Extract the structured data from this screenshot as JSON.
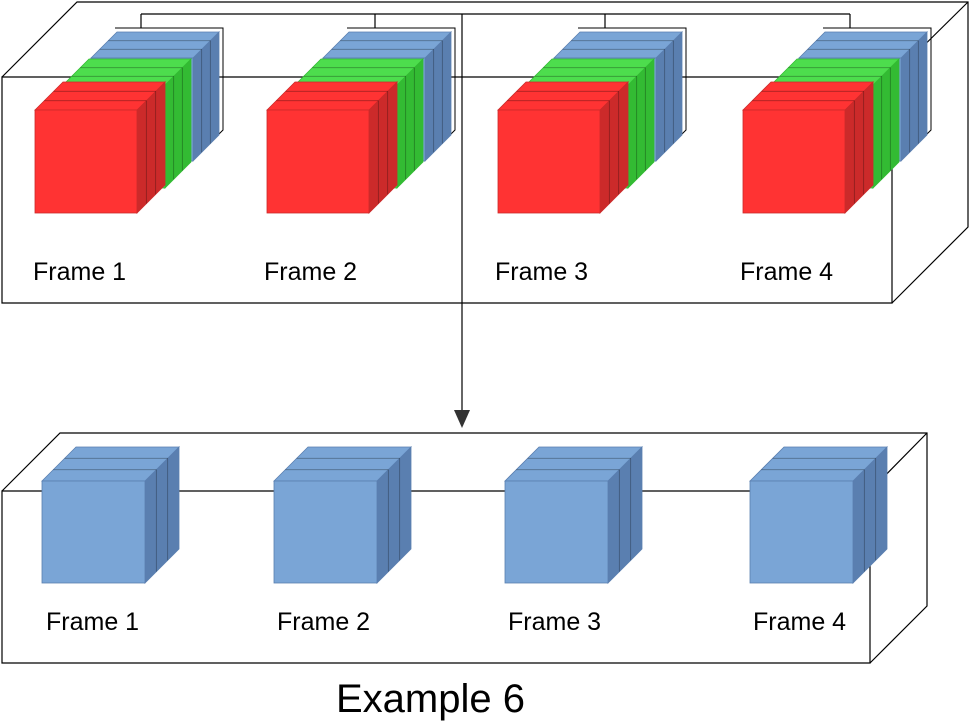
{
  "top_group": {
    "frames": [
      {
        "label": "Frame 1"
      },
      {
        "label": "Frame 2"
      },
      {
        "label": "Frame 3"
      },
      {
        "label": "Frame 4"
      }
    ]
  },
  "bottom_group": {
    "frames": [
      {
        "label": "Frame 1"
      },
      {
        "label": "Frame 2"
      },
      {
        "label": "Frame 3"
      },
      {
        "label": "Frame 4"
      }
    ]
  },
  "caption": "Example 6",
  "colors": {
    "red": "#ff3333",
    "red_dark": "#cc2a2a",
    "green": "#4ddd4d",
    "green_dark": "#33bb33",
    "blue": "#7aa5d6",
    "blue_dark": "#5a7fb0"
  }
}
